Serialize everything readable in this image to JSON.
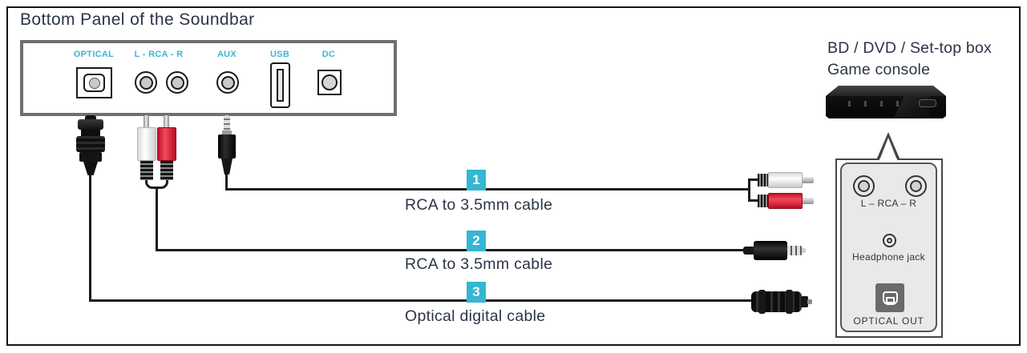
{
  "title": "Bottom Panel of the Soundbar",
  "soundbar": {
    "ports": [
      {
        "id": "optical",
        "label": "OPTICAL"
      },
      {
        "id": "rca",
        "label": "L - RCA - R"
      },
      {
        "id": "aux",
        "label": "AUX"
      },
      {
        "id": "usb",
        "label": "USB"
      },
      {
        "id": "dc",
        "label": "DC"
      }
    ]
  },
  "cables": [
    {
      "number": "1",
      "label": "RCA to 3.5mm cable"
    },
    {
      "number": "2",
      "label": "RCA to 3.5mm cable"
    },
    {
      "number": "3",
      "label": "Optical digital cable"
    }
  ],
  "source_device": {
    "heading_line1": "BD / DVD / Set-top box",
    "heading_line2": "Game console",
    "panel": {
      "rca_label": "L – RCA – R",
      "headphone_label": "Headphone jack",
      "optical_label": "OPTICAL OUT"
    }
  },
  "colors": {
    "accent_cyan": "#35b6d2",
    "port_label_cyan": "#3bb7d8",
    "text_dark": "#2b3547",
    "rca_red": "#e5293e",
    "cable_black": "#1c1c1c",
    "panel_border_gray": "#6f6f6f",
    "source_panel_fill": "#e9e9e9"
  }
}
